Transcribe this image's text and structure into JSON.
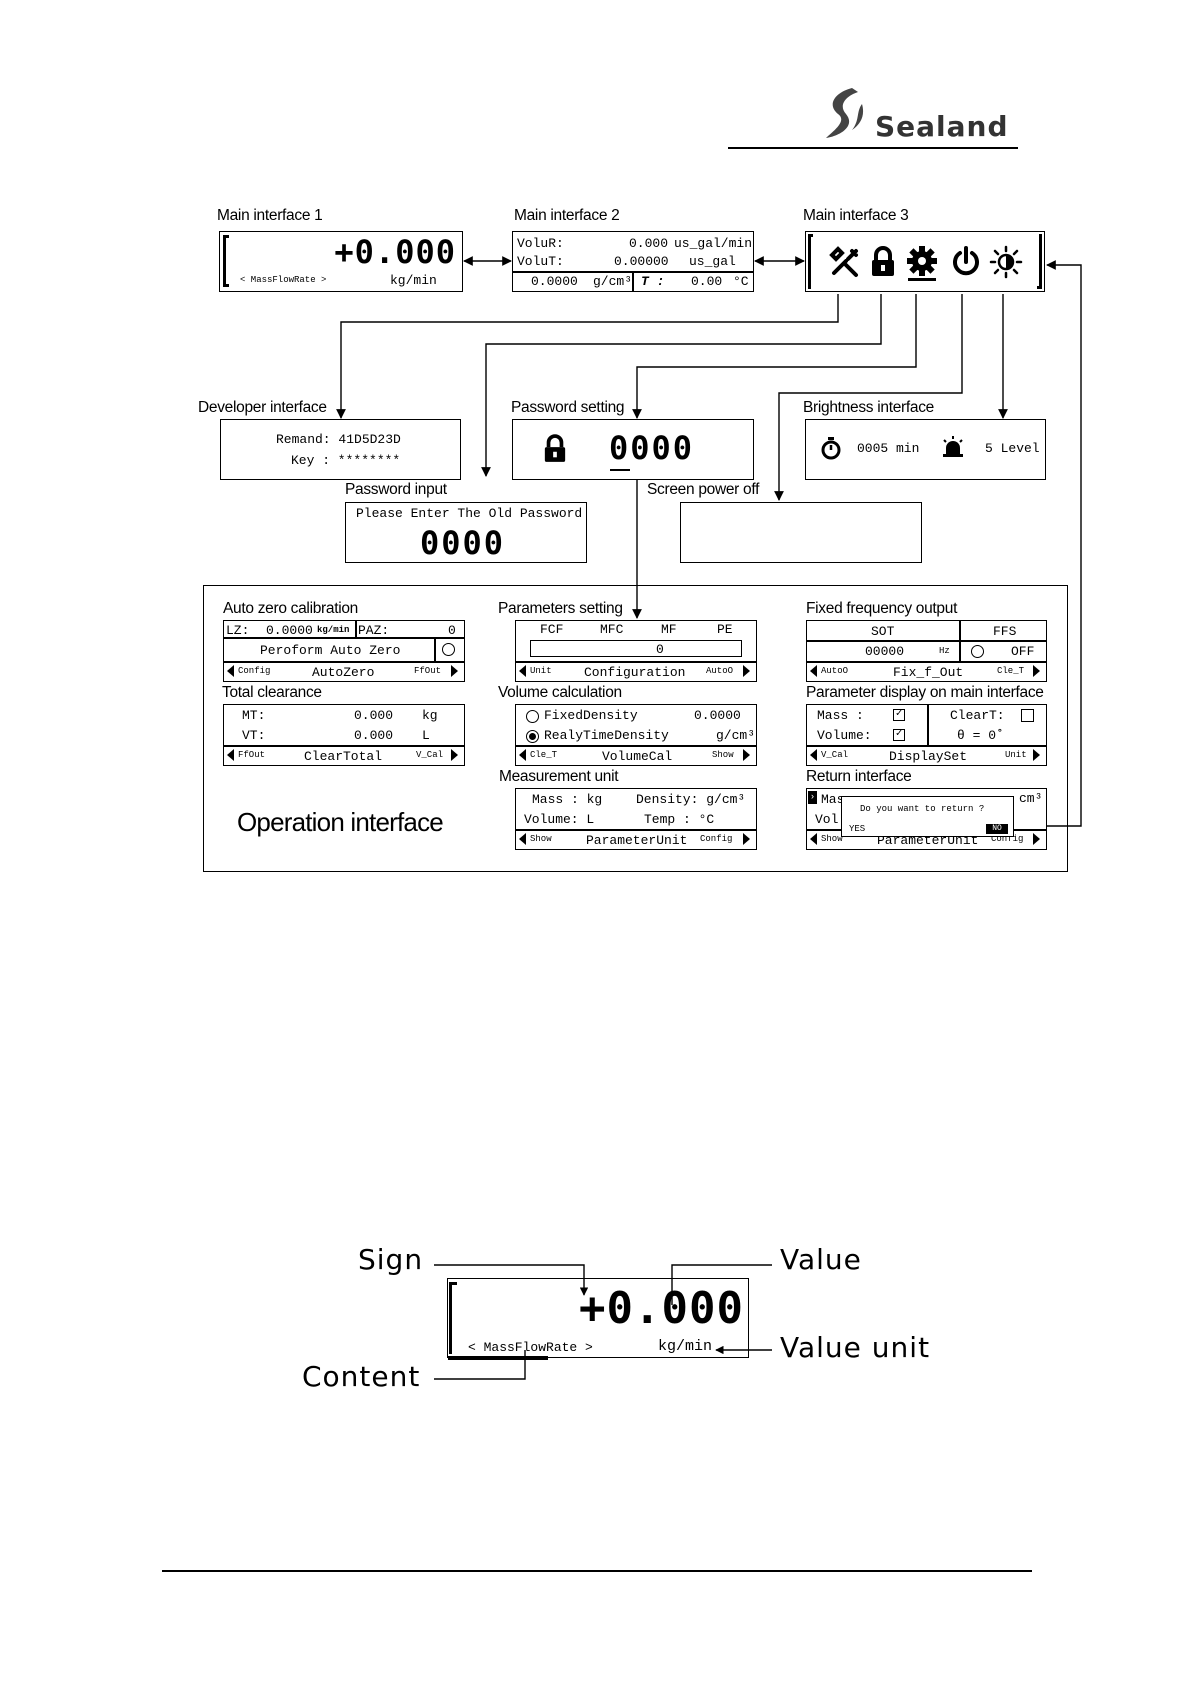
{
  "brand": {
    "name": "Sealand"
  },
  "labels": {
    "main1": "Main interface 1",
    "main2": "Main interface 2",
    "main3": "Main interface 3",
    "developer": "Developer interface",
    "password_setting": "Password setting",
    "brightness": "Brightness interface",
    "password_input": "Password input",
    "screen_off": "Screen power off",
    "auto_zero": "Auto zero calibration",
    "params_setting": "Parameters setting",
    "fixed_freq": "Fixed frequency output",
    "total_clear": "Total clearance",
    "volume_calc": "Volume calculation",
    "param_display": "Parameter display on main interface",
    "measurement_unit": "Measurement unit",
    "return_iface": "Return interface",
    "operation": "Operation interface"
  },
  "main1": {
    "value": "+0.000",
    "content": "< MassFlowRate >",
    "unit": "kg/min"
  },
  "main2": {
    "volur_label": "VoluR:",
    "volur_value": "0.000",
    "volur_unit": "us_gal/min",
    "volut_label": "VoluT:",
    "volut_value": "0.00000",
    "volut_unit": "us_gal",
    "density_value": "0.0000",
    "density_unit": "g/cm³",
    "temp_label": "T :",
    "temp_value": "0.00",
    "temp_unit": "°C"
  },
  "main3": {
    "icons": [
      "tools-icon",
      "lock-icon",
      "gear-icon",
      "power-icon",
      "brightness-icon"
    ]
  },
  "developer": {
    "remand": "Remand: 41D5D23D",
    "key": "Key  : ********"
  },
  "password_setting": {
    "value": "0000"
  },
  "brightness": {
    "time": "0005 min",
    "level": "5  Level"
  },
  "password_input": {
    "prompt": "Please Enter The Old Password",
    "value": "0000"
  },
  "auto_zero": {
    "lz_label": "LZ:",
    "lz_value": "0.0000",
    "lz_unit": "kg/min",
    "paz_label": "PAZ:",
    "paz_value": "0",
    "action": "Peroform Auto Zero",
    "nav_left": "Config",
    "nav_title": "AutoZero",
    "nav_right": "FfOut"
  },
  "params_setting": {
    "tabs": [
      "FCF",
      "MFC",
      "MF",
      "PE"
    ],
    "value": "0",
    "nav_left": "Unit",
    "nav_title": "Configuration",
    "nav_right": "AutoO"
  },
  "fixed_freq": {
    "col1": "SOT",
    "col2": "FFS",
    "value": "00000",
    "value_unit": "Hz",
    "state": "OFF",
    "nav_left": "AutoO",
    "nav_title": "Fix_f_Out",
    "nav_right": "Cle_T"
  },
  "total_clear": {
    "mt_label": "MT:",
    "mt_value": "0.000",
    "mt_unit": "kg",
    "vt_label": "VT:",
    "vt_value": "0.000",
    "vt_unit": "L",
    "nav_left": "FfOut",
    "nav_title": "ClearTotal",
    "nav_right": "V_Cal"
  },
  "volume_calc": {
    "opt1": "FixedDensity",
    "opt1_value": "0.0000",
    "opt2": "RealyTimeDensity",
    "opt2_unit": "g/cm³",
    "nav_left": "Cle_T",
    "nav_title": "VolumeCal",
    "nav_right": "Show"
  },
  "param_display": {
    "mass_label": "Mass  :",
    "volume_label": "Volume:",
    "cleart_label": "ClearT:",
    "theta": "θ  =   0˚",
    "nav_left": "V_Cal",
    "nav_title": "DisplaySet",
    "nav_right": "Unit"
  },
  "measurement_unit": {
    "mass": "Mass : kg",
    "density": "Density: g/cm³",
    "volume": "Volume: L",
    "temp": "Temp   : °C",
    "nav_left": "Show",
    "nav_title": "ParameterUnit",
    "nav_right": "Config"
  },
  "return_iface": {
    "bg_mass": "Mas",
    "bg_vol": "Vol",
    "bg_unit": "cm³",
    "question": "Do you want to return ?",
    "yes": "YES",
    "no": "NO",
    "nav_left": "Show",
    "nav_title": "ParameterUnit",
    "nav_right": "Config"
  },
  "callout": {
    "sign": "Sign",
    "value_label": "Value",
    "value_unit": "Value unit",
    "content": "Content",
    "value": "+0.000",
    "content_text": "< MassFlowRate >",
    "unit_text": "kg/min"
  }
}
